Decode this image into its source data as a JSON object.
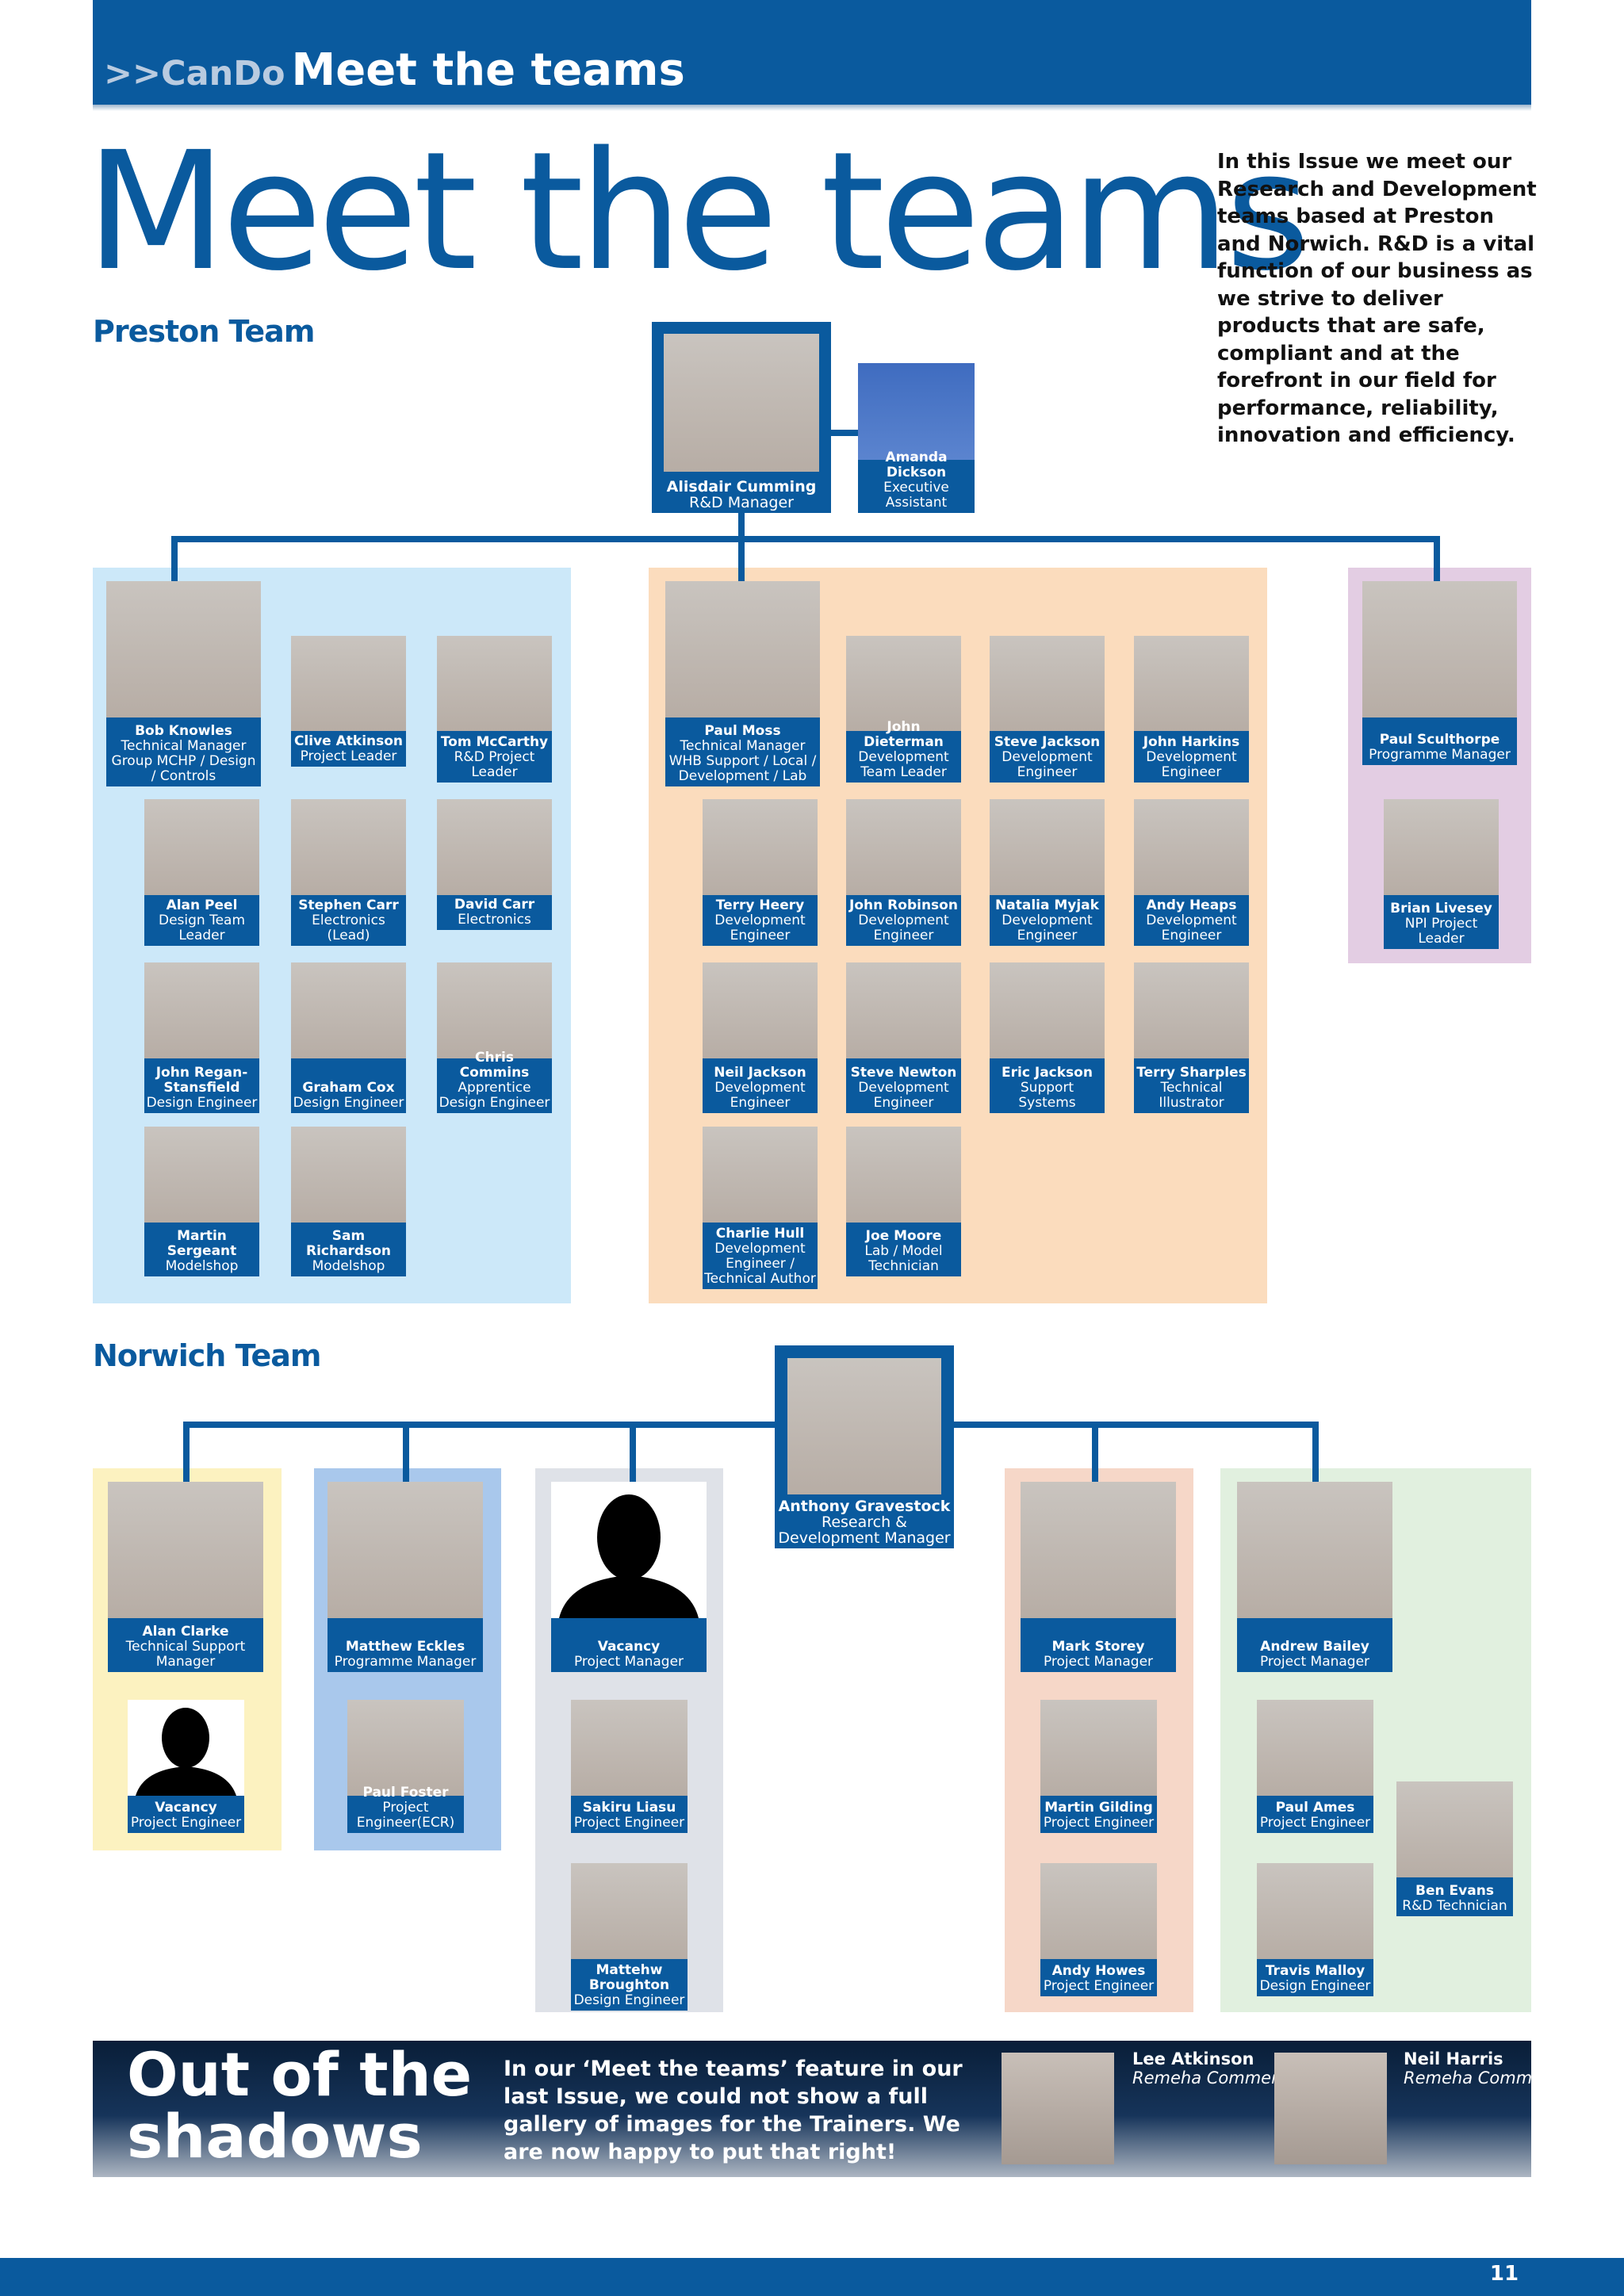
{
  "header": {
    "brand": ">>CanDo",
    "title": "Meet the teams"
  },
  "main_title": "Meet the teams",
  "intro": "In this Issue we meet our Research and Development teams based at Preston and Norwich. R&D is a vital function of our business as we strive to deliver products that are safe, compliant and at the forefront in our field for performance, reliability, innovation and efficiency.",
  "preston": {
    "label": "Preston Team",
    "manager": {
      "name": "Alisdair Cumming",
      "role": "R&D Manager"
    },
    "assistant": {
      "name": "Amanda Dickson",
      "role": "Executive Assistant"
    },
    "group_a": [
      {
        "name": "Bob Knowles",
        "role": "Technical Manager Group MCHP / Design / Controls"
      },
      {
        "name": "Clive Atkinson",
        "role": "Project Leader"
      },
      {
        "name": "Tom McCarthy",
        "role": "R&D Project Leader"
      },
      {
        "name": "Alan Peel",
        "role": "Design Team Leader"
      },
      {
        "name": "Stephen Carr",
        "role": "Electronics (Lead)"
      },
      {
        "name": "David Carr",
        "role": "Electronics"
      },
      {
        "name": "John Regan-Stansfield",
        "role": "Design Engineer"
      },
      {
        "name": "Graham Cox",
        "role": "Design Engineer"
      },
      {
        "name": "Chris Commins",
        "role": "Apprentice Design Engineer"
      },
      {
        "name": "Martin Sergeant",
        "role": "Modelshop"
      },
      {
        "name": "Sam Richardson",
        "role": "Modelshop"
      }
    ],
    "group_b": [
      {
        "name": "Paul Moss",
        "role": "Technical Manager WHB Support / Local / Development / Lab"
      },
      {
        "name": "John Dieterman",
        "role": "Development Team Leader"
      },
      {
        "name": "Steve Jackson",
        "role": "Development Engineer"
      },
      {
        "name": "John Harkins",
        "role": "Development Engineer"
      },
      {
        "name": "Terry Heery",
        "role": "Development Engineer"
      },
      {
        "name": "John Robinson",
        "role": "Development Engineer"
      },
      {
        "name": "Natalia Myjak",
        "role": "Development Engineer"
      },
      {
        "name": "Andy Heaps",
        "role": "Development Engineer"
      },
      {
        "name": "Neil Jackson",
        "role": "Development Engineer"
      },
      {
        "name": "Steve Newton",
        "role": "Development Engineer"
      },
      {
        "name": "Eric Jackson",
        "role": "Support Systems"
      },
      {
        "name": "Terry Sharples",
        "role": "Technical Illustrator"
      },
      {
        "name": "Charlie Hull",
        "role": "Development Engineer / Technical Author"
      },
      {
        "name": "Joe Moore",
        "role": "Lab / Model Technician"
      }
    ],
    "group_c": [
      {
        "name": "Paul Sculthorpe",
        "role": "Programme Manager"
      },
      {
        "name": "Brian Livesey",
        "role": "NPI Project Leader"
      }
    ]
  },
  "norwich": {
    "label": "Norwich Team",
    "manager": {
      "name": "Anthony Gravestock",
      "role": "Research & Development Manager"
    },
    "groups": [
      [
        {
          "name": "Alan Clarke",
          "role": "Technical Support Manager"
        },
        {
          "name": "Vacancy",
          "role": "Project Engineer"
        }
      ],
      [
        {
          "name": "Matthew Eckles",
          "role": "Programme Manager"
        },
        {
          "name": "Paul Foster",
          "role": "Project Engineer(ECR)"
        }
      ],
      [
        {
          "name": "Vacancy",
          "role": "Project Manager"
        },
        {
          "name": "Sakiru Liasu",
          "role": "Project Engineer"
        },
        {
          "name": "Mattehw Broughton",
          "role": "Design Engineer"
        }
      ],
      [
        {
          "name": "Mark Storey",
          "role": "Project Manager"
        },
        {
          "name": "Martin Gilding",
          "role": "Project Engineer"
        },
        {
          "name": "Andy Howes",
          "role": "Project Engineer"
        }
      ],
      [
        {
          "name": "Andrew Bailey",
          "role": "Project Manager"
        },
        {
          "name": "Paul Ames",
          "role": "Project Engineer"
        },
        {
          "name": "Travis Malloy",
          "role": "Design Engineer"
        },
        {
          "name": "Ben Evans",
          "role": "R&D Technician"
        }
      ]
    ]
  },
  "shadows": {
    "title": "Out of the shadows",
    "text": "In our ‘Meet the teams’ feature in our last Issue, we could not show a full gallery of images for the Trainers. We are now happy to put that right!",
    "trainers": [
      {
        "name": "Lee Atkinson",
        "company": "Remeha Commercial"
      },
      {
        "name": "Neil Harris",
        "company": "Remeha Commercial"
      }
    ]
  },
  "page_number": "11",
  "colors": {
    "brand_blue": "#0a5a9e",
    "panel_light_blue": "#cce8f9",
    "panel_peach": "#fbdcbd",
    "panel_lilac": "#e3cde3",
    "panel_yellow": "#fcf2c0",
    "panel_blue": "#a9c8ec",
    "panel_grey": "#dfe2e8",
    "panel_salmon": "#f6d7c8",
    "panel_green": "#e1f0df"
  }
}
